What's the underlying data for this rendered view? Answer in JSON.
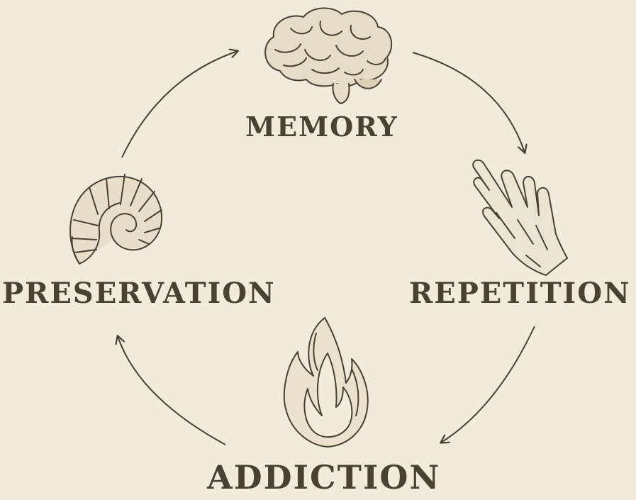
{
  "diagram": {
    "nodes": [
      {
        "id": "memory",
        "label": "MEMORY",
        "icon": "brain-icon"
      },
      {
        "id": "repetition",
        "label": "REPETITION",
        "icon": "praying-hands-icon"
      },
      {
        "id": "addiction",
        "label": "ADDICTION",
        "icon": "flame-icon"
      },
      {
        "id": "preservation",
        "label": "PRESERVATION",
        "icon": "nautilus-shell-icon"
      }
    ],
    "edges": [
      {
        "from": "memory",
        "to": "repetition"
      },
      {
        "from": "repetition",
        "to": "addiction"
      },
      {
        "from": "addiction",
        "to": "preservation"
      },
      {
        "from": "preservation",
        "to": "memory"
      }
    ]
  },
  "colors": {
    "background": "#f1ebdd",
    "ink": "#4a4034"
  }
}
